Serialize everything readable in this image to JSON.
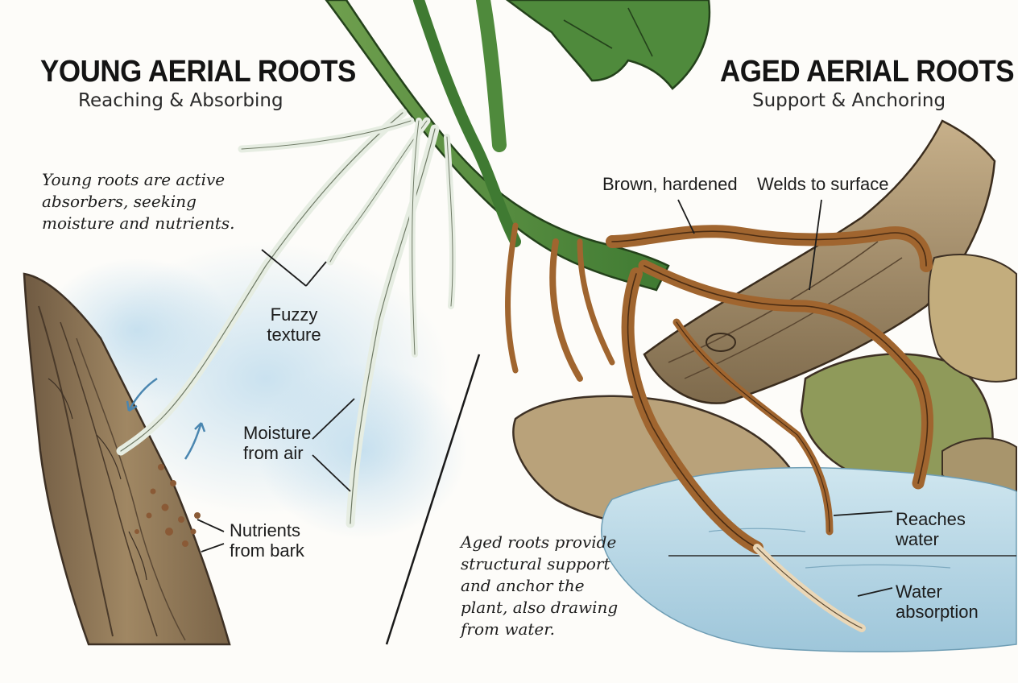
{
  "left_panel": {
    "title": "YOUNG AERIAL ROOTS",
    "subtitle": "Reaching & Absorbing",
    "note_lines": [
      "Young roots are active",
      "absorbers, seeking",
      "moisture and nutrients."
    ],
    "labels": {
      "fuzzy_texture": [
        "Fuzzy",
        "texture"
      ],
      "moisture": [
        "Moisture",
        "from air"
      ],
      "nutrients": [
        "Nutrients",
        "from bark"
      ]
    }
  },
  "right_panel": {
    "title": "AGED AERIAL ROOTS",
    "subtitle": "Support & Anchoring",
    "note_lines": [
      "Aged roots provide",
      "structural support",
      "and anchor the",
      "plant, also drawing",
      "from water."
    ],
    "labels": {
      "brown_hardened": "Brown, hardened",
      "welds": "Welds to surface",
      "reaches_water": [
        "Reaches",
        "water"
      ],
      "water_absorption": [
        "Water",
        "absorption"
      ]
    }
  },
  "colors": {
    "leaf_green": "#4f8a3c",
    "young_root": "#e4ece0",
    "aged_root": "#a0652f",
    "bark": "#8a7356",
    "water": "#bcd9e6",
    "nutrient_dot": "#8a5a36",
    "rock": "#b7a27a"
  }
}
